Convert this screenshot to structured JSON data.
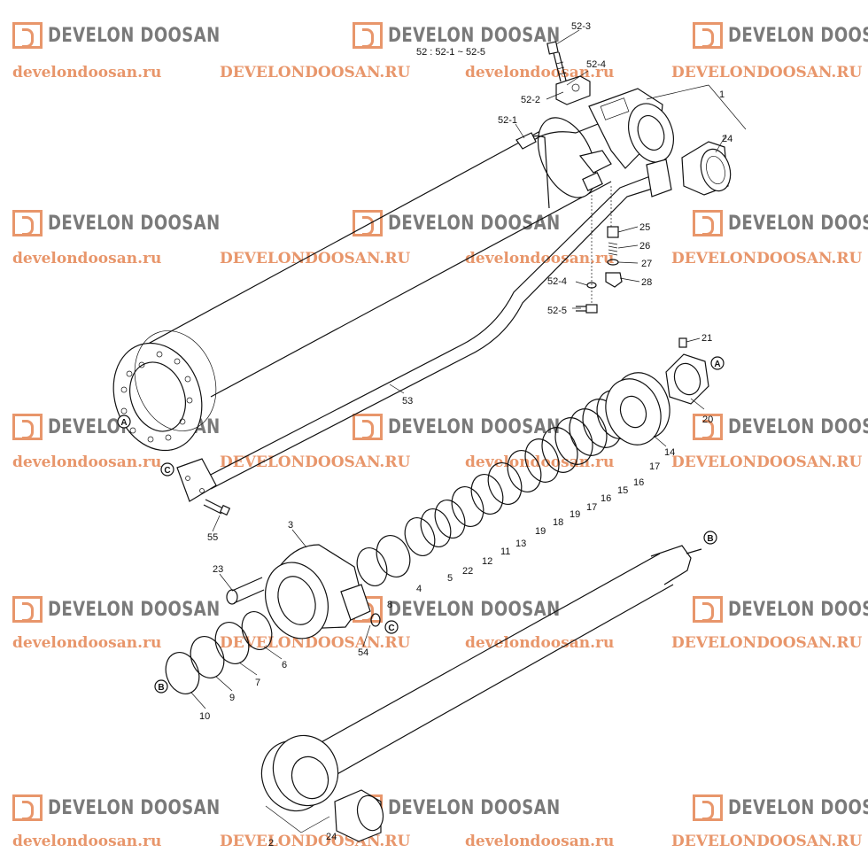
{
  "watermark": {
    "brand": "DEVELON DOOSAN",
    "url_lower": "develondoosan.ru",
    "url_upper": "DEVELONDOOSAN.RU"
  },
  "header_note": "52 : 52-1 ~ 52-5",
  "callouts": [
    {
      "id": "c-52-3",
      "text": "52-3"
    },
    {
      "id": "c-52-4a",
      "text": "52-4"
    },
    {
      "id": "c-52-2",
      "text": "52-2"
    },
    {
      "id": "c-52-1",
      "text": "52-1"
    },
    {
      "id": "c-1",
      "text": "1"
    },
    {
      "id": "c-24a",
      "text": "24"
    },
    {
      "id": "c-25",
      "text": "25"
    },
    {
      "id": "c-26",
      "text": "26"
    },
    {
      "id": "c-27",
      "text": "27"
    },
    {
      "id": "c-28",
      "text": "28"
    },
    {
      "id": "c-52-4b",
      "text": "52-4"
    },
    {
      "id": "c-52-5",
      "text": "52-5"
    },
    {
      "id": "c-21",
      "text": "21"
    },
    {
      "id": "c-20",
      "text": "20"
    },
    {
      "id": "c-14",
      "text": "14"
    },
    {
      "id": "c-17a",
      "text": "17"
    },
    {
      "id": "c-16a",
      "text": "16"
    },
    {
      "id": "c-15",
      "text": "15"
    },
    {
      "id": "c-16b",
      "text": "16"
    },
    {
      "id": "c-17b",
      "text": "17"
    },
    {
      "id": "c-19a",
      "text": "19"
    },
    {
      "id": "c-18",
      "text": "18"
    },
    {
      "id": "c-19b",
      "text": "19"
    },
    {
      "id": "c-13",
      "text": "13"
    },
    {
      "id": "c-11",
      "text": "11"
    },
    {
      "id": "c-12",
      "text": "12"
    },
    {
      "id": "c-22",
      "text": "22"
    },
    {
      "id": "c-5",
      "text": "5"
    },
    {
      "id": "c-4",
      "text": "4"
    },
    {
      "id": "c-8",
      "text": "8"
    },
    {
      "id": "c-53",
      "text": "53"
    },
    {
      "id": "c-55",
      "text": "55"
    },
    {
      "id": "c-3",
      "text": "3"
    },
    {
      "id": "c-23",
      "text": "23"
    },
    {
      "id": "c-54",
      "text": "54"
    },
    {
      "id": "c-6",
      "text": "6"
    },
    {
      "id": "c-7",
      "text": "7"
    },
    {
      "id": "c-9",
      "text": "9"
    },
    {
      "id": "c-10",
      "text": "10"
    },
    {
      "id": "c-2",
      "text": "2"
    },
    {
      "id": "c-24b",
      "text": "24"
    }
  ],
  "reference_markers": [
    {
      "id": "m-A1",
      "text": "A"
    },
    {
      "id": "m-A2",
      "text": "A"
    },
    {
      "id": "m-B1",
      "text": "B"
    },
    {
      "id": "m-B2",
      "text": "B"
    },
    {
      "id": "m-C1",
      "text": "C"
    },
    {
      "id": "m-C2",
      "text": "C"
    }
  ]
}
